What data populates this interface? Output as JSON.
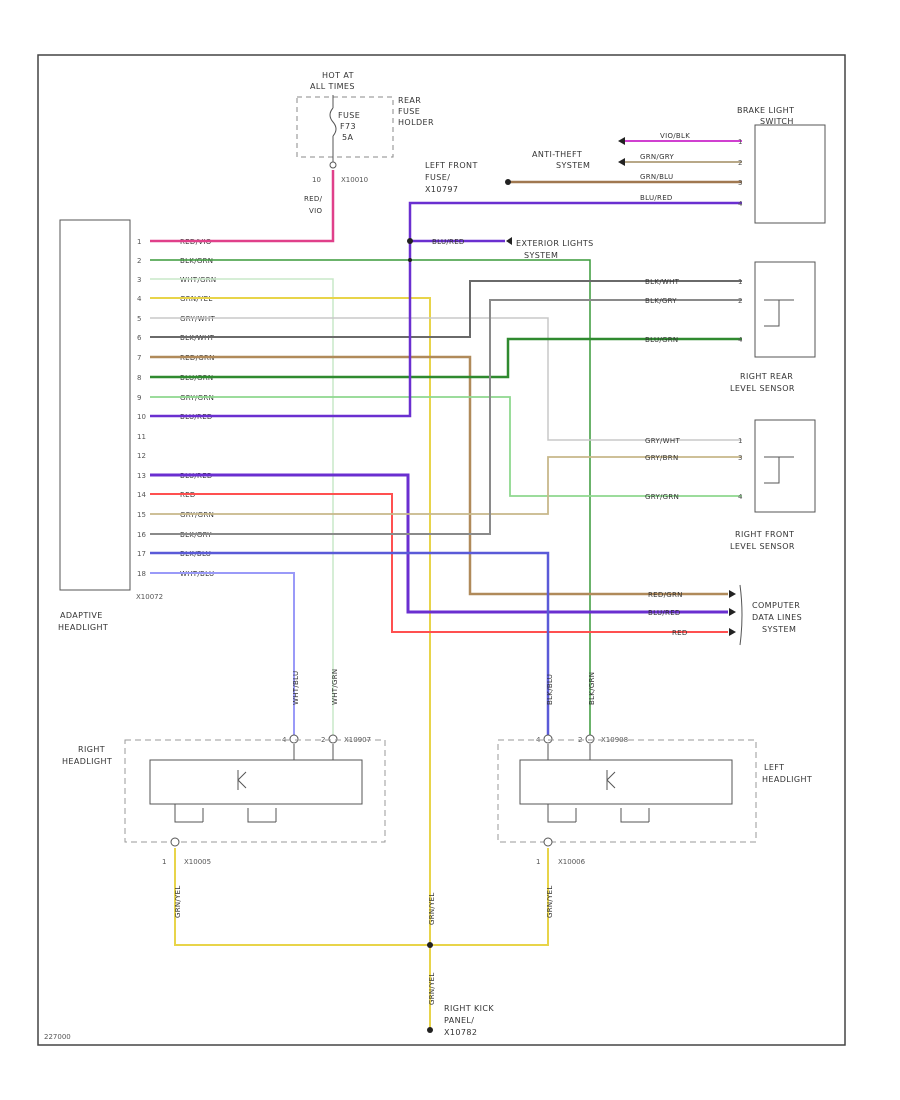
{
  "diagram_code": "227000",
  "colors": {
    "pink": "#e0408a",
    "green": "#3a9a3a",
    "lightgreen": "#6fd06f",
    "yellow": "#e8d44a",
    "gray": "#b8b8b8",
    "darkgray": "#6a6a6a",
    "tan": "#b08a5a",
    "purple": "#6a2fd0",
    "blue": "#6a6aff",
    "red": "#ff4040",
    "magenta": "#d040d0",
    "brown": "#a07850"
  },
  "fuse": {
    "hot_line1": "HOT AT",
    "hot_line2": "ALL TIMES",
    "name_line1": "FUSE",
    "name_line2": "F73",
    "name_line3": "5A",
    "holder_line1": "REAR",
    "holder_line2": "FUSE",
    "holder_line3": "HOLDER",
    "connector": "X10010",
    "pin": "10",
    "wire_color": "RED/",
    "wire_color2": "VIO"
  },
  "module": {
    "name_line1": "ADAPTIVE",
    "name_line2": "HEADLIGHT",
    "connector": "X10072",
    "pins": [
      {
        "num": "1",
        "wire": "RED/VIO"
      },
      {
        "num": "2",
        "wire": "BLK/GRN"
      },
      {
        "num": "3",
        "wire": "WHT/GRN"
      },
      {
        "num": "4",
        "wire": "GRN/YEL"
      },
      {
        "num": "5",
        "wire": "GRY/WHT"
      },
      {
        "num": "6",
        "wire": "BLK/WHT"
      },
      {
        "num": "7",
        "wire": "RED/GRN"
      },
      {
        "num": "8",
        "wire": "BLU/GRN"
      },
      {
        "num": "9",
        "wire": "GRY/GRN"
      },
      {
        "num": "10",
        "wire": "BLU/RED"
      },
      {
        "num": "11",
        "wire": ""
      },
      {
        "num": "12",
        "wire": ""
      },
      {
        "num": "13",
        "wire": "BLU/RED"
      },
      {
        "num": "14",
        "wire": "RED"
      },
      {
        "num": "15",
        "wire": "GRY/GRN"
      },
      {
        "num": "16",
        "wire": "BLK/GRY"
      },
      {
        "num": "17",
        "wire": "BLK/BLU"
      },
      {
        "num": "18",
        "wire": "WHT/BLU"
      }
    ]
  },
  "brake_switch": {
    "name_line1": "BRAKE LIGHT",
    "name_line2": "SWITCH",
    "pins": [
      {
        "num": "1",
        "wire": "VIO/BLK"
      },
      {
        "num": "2",
        "wire": "GRN/GRY"
      },
      {
        "num": "3",
        "wire": "GRN/BLU"
      },
      {
        "num": "4",
        "wire": "BLU/RED"
      }
    ]
  },
  "anti_theft": {
    "line1": "ANTI-THEFT",
    "line2": "SYSTEM"
  },
  "left_front_fuse": {
    "line1": "LEFT FRONT",
    "line2": "FUSE/",
    "line3": "X10797"
  },
  "exterior": {
    "wire": "BLU/RED",
    "line1": "EXTERIOR LIGHTS",
    "line2": "SYSTEM"
  },
  "rear_sensor": {
    "line1": "RIGHT REAR",
    "line2": "LEVEL SENSOR",
    "pins": [
      {
        "num": "1",
        "wire": "BLK/WHT"
      },
      {
        "num": "2",
        "wire": "BLK/GRY"
      },
      {
        "num": "4",
        "wire": "BLU/GRN"
      }
    ]
  },
  "front_sensor": {
    "line1": "RIGHT FRONT",
    "line2": "LEVEL SENSOR",
    "pins": [
      {
        "num": "1",
        "wire": "GRY/WHT"
      },
      {
        "num": "3",
        "wire": "GRY/BRN"
      },
      {
        "num": "4",
        "wire": "GRY/GRN"
      }
    ]
  },
  "computer": {
    "line1": "COMPUTER",
    "line2": "DATA LINES",
    "line3": "SYSTEM",
    "wires": [
      "RED/GRN",
      "BLU/RED",
      "RED"
    ]
  },
  "right_headlight": {
    "line1": "RIGHT",
    "line2": "HEADLIGHT",
    "top_connector": "X10907",
    "pin_a": "4",
    "pin_b": "2",
    "bottom_pin": "1",
    "bottom_connector": "X10005",
    "wire_a": "WHT/BLU",
    "wire_b": "WHT/GRN"
  },
  "left_headlight": {
    "line1": "LEFT",
    "line2": "HEADLIGHT",
    "top_connector": "X10908",
    "pin_a": "4",
    "pin_b": "2",
    "bottom_pin": "1",
    "bottom_connector": "X10006",
    "wire_a": "BLK/BLU",
    "wire_b": "BLK/GRN"
  },
  "ground": {
    "wire": "GRN/YEL",
    "line1": "RIGHT KICK",
    "line2": "PANEL/",
    "line3": "X10782"
  }
}
